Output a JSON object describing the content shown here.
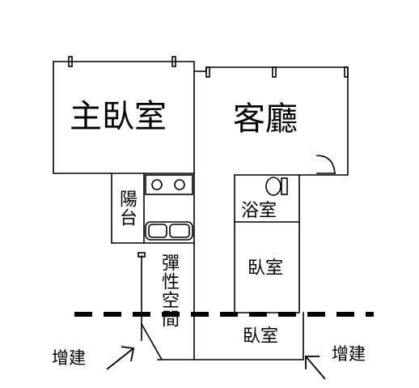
{
  "rooms": {
    "master_bedroom": "主臥室",
    "living_room": "客廳",
    "bathroom": "浴室",
    "bedroom_1": "臥室",
    "bedroom_2": "臥室",
    "balcony": "陽台",
    "flexible_space": "彈性空間"
  },
  "annotations": {
    "extension_left": "增建",
    "extension_right": "增建"
  }
}
